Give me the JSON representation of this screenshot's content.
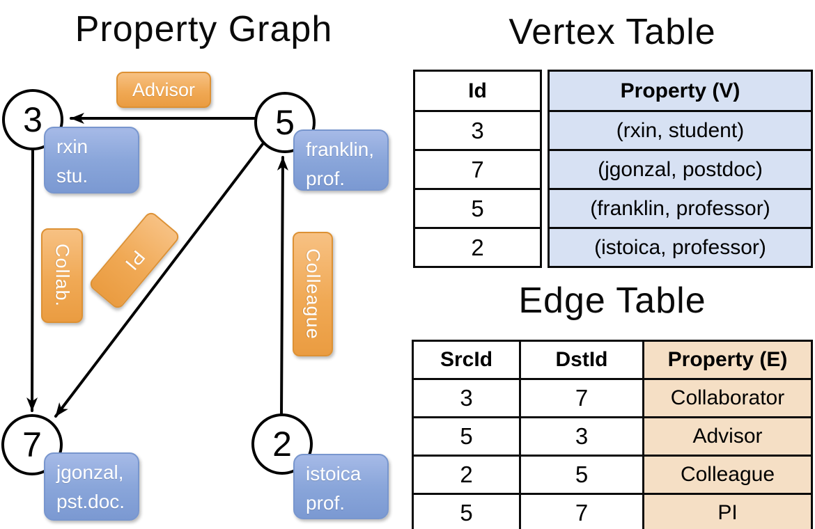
{
  "colors": {
    "edge_label_orange": "#f0a955",
    "edge_label_border": "#dd9134",
    "vertex_box_blue": "#8aa6da",
    "vertex_table_cell_bg": "#d7e1f3",
    "edge_table_cell_bg": "#f5dfc5",
    "line_black": "#000000"
  },
  "graph": {
    "title": "Property Graph",
    "nodes": [
      {
        "id": "3"
      },
      {
        "id": "5"
      },
      {
        "id": "7"
      },
      {
        "id": "2"
      }
    ],
    "edge_labels": [
      {
        "label": "Advisor"
      },
      {
        "label": "Collab."
      },
      {
        "label": "PI"
      },
      {
        "label": "Colleague"
      }
    ],
    "vertex_labels": [
      {
        "line1": "rxin",
        "line2": "stu."
      },
      {
        "line1": "franklin,",
        "line2": "prof."
      },
      {
        "line1": "jgonzal,",
        "line2": "pst.doc."
      },
      {
        "line1": "istoica",
        "line2": "prof."
      }
    ]
  },
  "vertex_table": {
    "title": "Vertex Table",
    "id_header": "Id",
    "property_header": "Property (V)",
    "rows": [
      {
        "id": "3",
        "property": "(rxin, student)"
      },
      {
        "id": "7",
        "property": "(jgonzal, postdoc)"
      },
      {
        "id": "5",
        "property": "(franklin, professor)"
      },
      {
        "id": "2",
        "property": "(istoica, professor)"
      }
    ]
  },
  "edge_table": {
    "title": "Edge Table",
    "src_header": "SrcId",
    "dst_header": "DstId",
    "property_header": "Property (E)",
    "rows": [
      {
        "src": "3",
        "dst": "7",
        "property": "Collaborator"
      },
      {
        "src": "5",
        "dst": "3",
        "property": "Advisor"
      },
      {
        "src": "2",
        "dst": "5",
        "property": "Colleague"
      },
      {
        "src": "5",
        "dst": "7",
        "property": "PI"
      }
    ]
  }
}
